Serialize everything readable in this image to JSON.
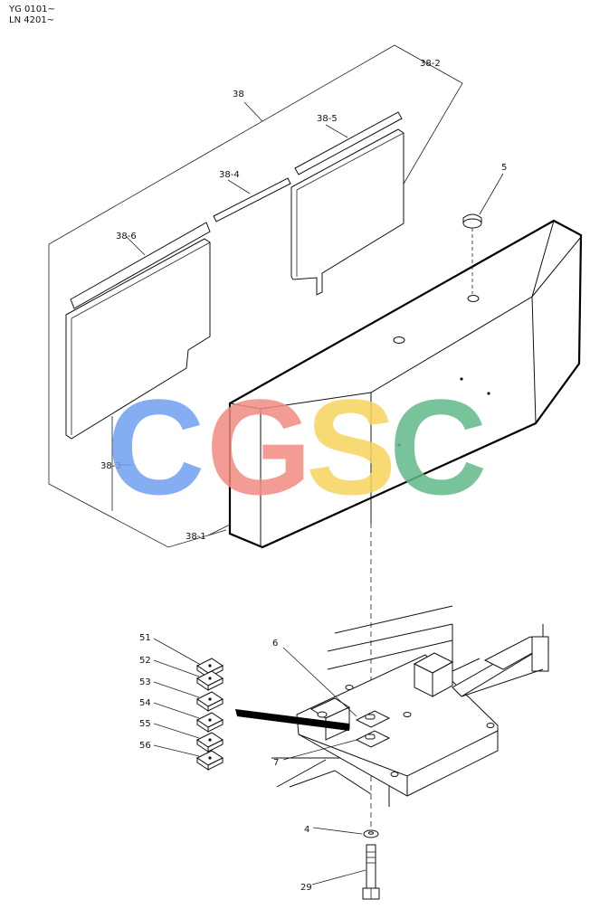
{
  "header": {
    "serial_line_1": "YG 0101~",
    "serial_line_2": "LN 4201~"
  },
  "watermark": {
    "letters": [
      {
        "char": "C",
        "color": "#6f9ff0"
      },
      {
        "char": "G",
        "color": "#f08b80"
      },
      {
        "char": "S",
        "color": "#f7d45c"
      },
      {
        "char": "C",
        "color": "#61b88a"
      }
    ],
    "opacity": 0.85
  },
  "callouts": {
    "c38": "38",
    "c38_1": "38-1",
    "c38_2": "38-2",
    "c38_3": "38-3",
    "c38_4": "38-4",
    "c38_5": "38-5",
    "c38_6": "38-6",
    "c5": "5",
    "c6": "6",
    "c7": "7",
    "c4": "4",
    "c29": "29",
    "c51": "51",
    "c52": "52",
    "c53": "53",
    "c54": "54",
    "c55": "55",
    "c56": "56"
  }
}
